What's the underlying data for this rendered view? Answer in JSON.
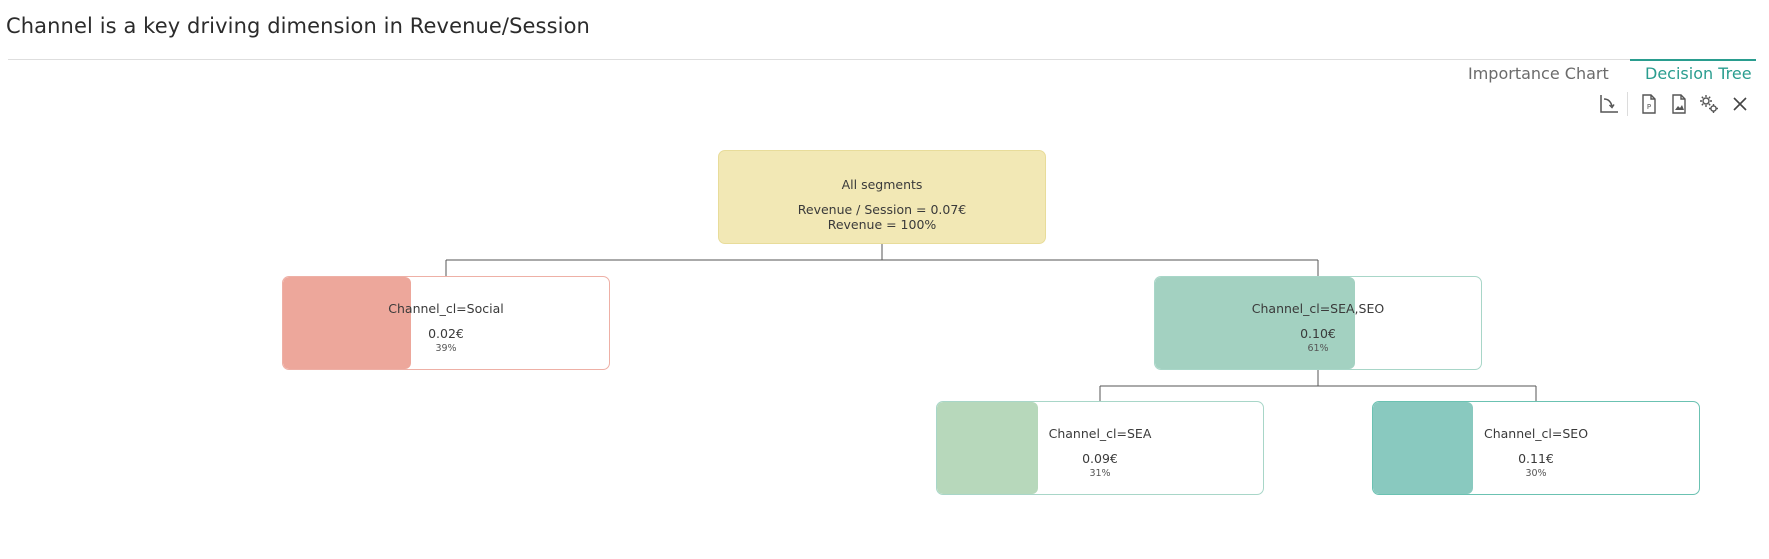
{
  "header": {
    "title": "Channel is a key driving dimension in Revenue/Session"
  },
  "tabs": [
    {
      "label": "Importance Chart",
      "active": false
    },
    {
      "label": "Decision Tree",
      "active": true
    }
  ],
  "toolbar": {
    "icons": [
      "fit-chart-icon",
      "export-pdf-icon",
      "export-image-icon",
      "settings-icon",
      "close-icon"
    ]
  },
  "colors": {
    "accent": "#2a9d8f",
    "root_fill": "#f2e8b5",
    "social_fill": "#eda79b",
    "social_border": "#eeb0a6",
    "sea_seo_fill": "#a3d1c1",
    "sea_seo_border": "#a8d6c8",
    "sea_fill": "#b7d8bb",
    "sea_border": "#a8d6c8",
    "seo_fill": "#89c9bf",
    "seo_border": "#6bc2b2"
  },
  "tree": {
    "root": {
      "label": "All segments",
      "metric": "Revenue / Session = 0.07€",
      "revenue": "Revenue = 100%"
    },
    "nodes": [
      {
        "key": "social",
        "label": "Channel_cl=Social",
        "value": "0.02€",
        "share": "39%",
        "share_fraction": 0.39
      },
      {
        "key": "sea_seo",
        "label": "Channel_cl=SEA,SEO",
        "value": "0.10€",
        "share": "61%",
        "share_fraction": 0.61
      },
      {
        "key": "sea",
        "label": "Channel_cl=SEA",
        "value": "0.09€",
        "share": "31%",
        "share_fraction": 0.31
      },
      {
        "key": "seo",
        "label": "Channel_cl=SEO",
        "value": "0.11€",
        "share": "30%",
        "share_fraction": 0.3
      }
    ]
  }
}
